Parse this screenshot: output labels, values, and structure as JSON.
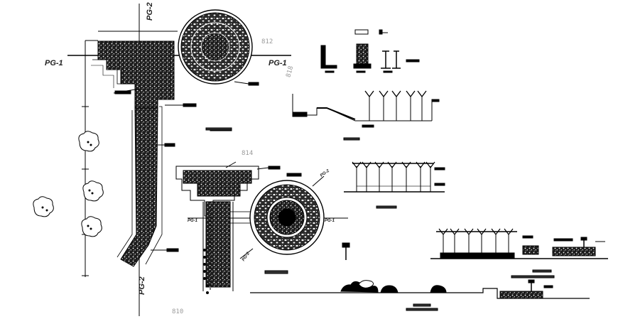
{
  "plan_labels": {
    "pg1_left": "PG-1",
    "pg1_right": "PG-1",
    "pg2_top": "PG-2",
    "pg2_bottom": "PG-2",
    "section_pg1_left": "PG-1",
    "section_pg1_right": "PG-1",
    "section_pg2": "PG-2",
    "section_pg2_circle": "PG-2"
  },
  "sheet_numbers": {
    "n812": "812",
    "n818": "818",
    "n814": "814",
    "n810": "810"
  },
  "colors": {
    "line": "#000000",
    "hatch": "#1a1a1a",
    "grey_text": "#9a9a9a",
    "background": "#ffffff"
  }
}
